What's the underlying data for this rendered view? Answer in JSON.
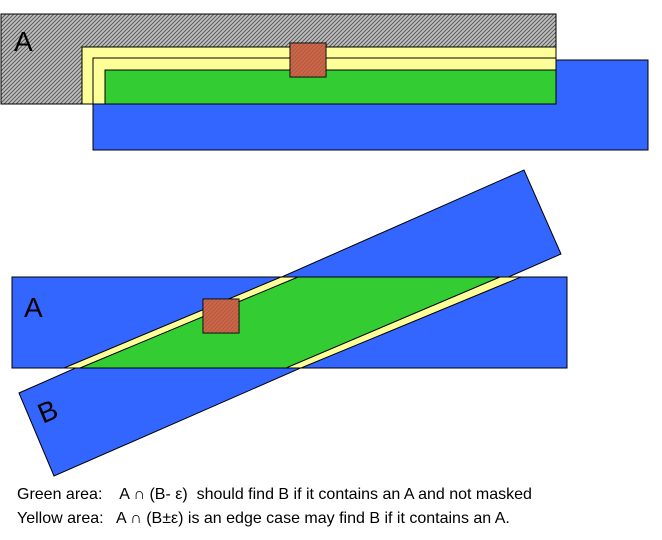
{
  "colors": {
    "blue": "#3366ff",
    "green": "#33cc33",
    "yellow": "#ffff99",
    "brown": "#cc5533",
    "hatch_background": "#c0c0c0",
    "outline": "#000000"
  },
  "top_diagram": {
    "label_a": "A"
  },
  "bottom_diagram": {
    "label_a": "A",
    "label_b": "B"
  },
  "captions": {
    "green": "Green area:    A ∩ (B- ε)  should find B if it contains an A and not masked",
    "yellow": "Yellow area:   A ∩ (B±ε) is an edge case may find B if it contains an A."
  }
}
